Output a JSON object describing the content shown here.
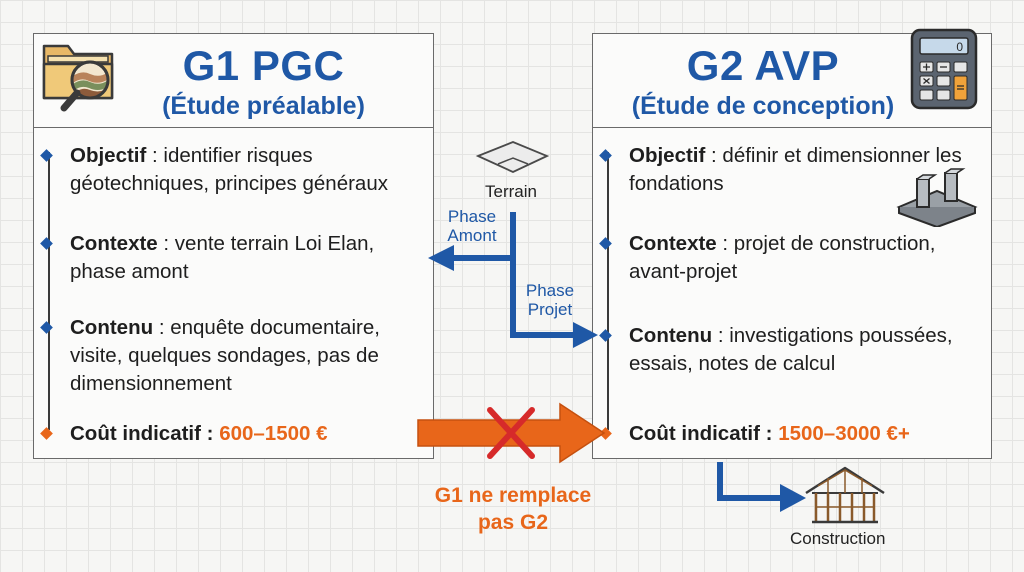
{
  "left_card": {
    "title": "G1 PGC",
    "subtitle": "(Étude préalable)",
    "icon": "folder-magnifier-icon",
    "objectif_label": "Objectif",
    "objectif_text": " : identifier risques géotechniques, principes généraux",
    "contexte_label": "Contexte",
    "contexte_text": " : vente terrain Loi Elan, phase amont",
    "contenu_label": "Contenu",
    "contenu_text": " : enquête documentaire, visite, quelques sondages, pas de dimensionnement",
    "cout_label": "Coût indicatif : ",
    "cout_value": "600–1500 €"
  },
  "right_card": {
    "title": "G2 AVP",
    "subtitle": "(Étude de conception)",
    "icon": "calculator-icon",
    "foundation_icon": "foundation-icon",
    "objectif_label": "Objectif",
    "objectif_text": " : définir et dimensionner les fondations",
    "contexte_label": "Contexte",
    "contexte_text": " : projet de construction, avant-projet",
    "contenu_label": "Contenu",
    "contenu_text": " : investigations poussées, essais, notes de calcul",
    "cout_label": "Coût indicatif : ",
    "cout_value": "1500–3000 €+"
  },
  "center": {
    "terrain_label": "Terrain",
    "phase_amont_line1": "Phase",
    "phase_amont_line2": "Amont",
    "phase_projet_line1": "Phase",
    "phase_projet_line2": "Projet",
    "warning_line1": "G1 ne remplace",
    "warning_line2": "pas G2",
    "construction_label": "Construction"
  },
  "colors": {
    "blue": "#1f58a6",
    "orange": "#e8661a",
    "red": "#d62a2a",
    "card_border": "#6a6a6a"
  }
}
